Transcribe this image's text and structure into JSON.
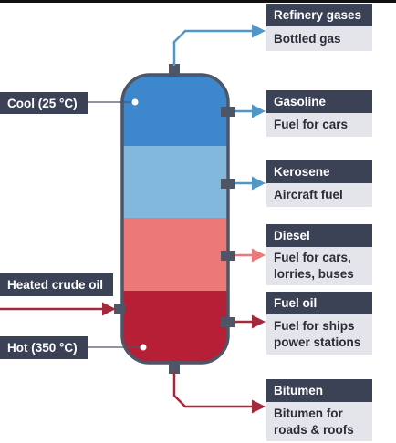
{
  "colors": {
    "cool": "#3d87cc",
    "light_blue": "#83b8dd",
    "pink": "#ec7878",
    "hot": "#b61f35",
    "vessel": "#4d5566",
    "arrow_blue": "#4f97c9",
    "arrow_red": "#a6283c",
    "arrow_pink": "#ea7a7a",
    "tag_dark": "#3b4256",
    "tag_light": "#e3e5ea"
  },
  "left_labels": {
    "cool": "Cool (25 °C)",
    "feed": "Heated crude oil",
    "hot": "Hot (350 °C)"
  },
  "fractions": [
    {
      "name": "Refinery gases",
      "use": "Bottled gas"
    },
    {
      "name": "Gasoline",
      "use": "Fuel for cars"
    },
    {
      "name": "Kerosene",
      "use": "Aircraft fuel"
    },
    {
      "name": "Diesel",
      "use": "Fuel for cars, lorries, buses"
    },
    {
      "name": "Fuel oil",
      "use": "Fuel for ships power stations"
    },
    {
      "name": "Bitumen",
      "use": "Bitumen for roads & roofs"
    }
  ]
}
